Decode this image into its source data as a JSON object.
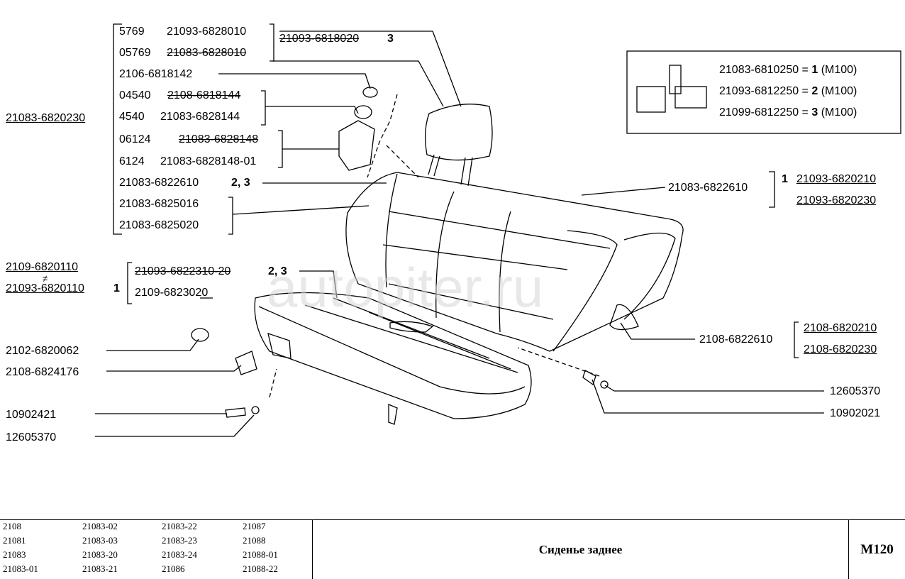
{
  "watermark": "autopiter.ru",
  "labels": {
    "l5769": "5769",
    "p21093_6828010": "21093-6828010",
    "l05769": "05769",
    "p21083_6828010": "21083-6828010",
    "p21093_6818020": "21093-6818020",
    "n3a": "3",
    "p2106_6818142": "2106-6818142",
    "l04540": "04540",
    "p2108_6818144": "2108-6818144",
    "l4540": "4540",
    "p21083_6828144": "21083-6828144",
    "p21083_6820230": "21083-6820230",
    "l06124": "06124",
    "p21083_6828148": "21083-6828148",
    "l6124": "6124",
    "p21083_6828148_01": "21083-6828148-01",
    "p21083_6822610a": "21083-6822610",
    "n23a": "2, 3",
    "p21083_6825016": "21083-6825016",
    "p21083_6825020": "21083-6825020",
    "p21083_6822610b": "21083-6822610",
    "n1a": "1",
    "p21093_6820210": "21093-6820210",
    "p21093_6820230": "21093-6820230",
    "p2109_6820110": "2109-6820110",
    "neq": "≠",
    "p21093_6820110": "21093-6820110",
    "n1b": "1",
    "p21093_6822310_20": "21093-6822310-20",
    "n23b": "2, 3",
    "p2109_6823020": "2109-6823020",
    "p2102_6820062": "2102-6820062",
    "p2108_6824176": "2108-6824176",
    "p10902421": "10902421",
    "p12605370a": "12605370",
    "p2108_6822610": "2108-6822610",
    "p2108_6820210": "2108-6820210",
    "p2108_6820230": "2108-6820230",
    "p12605370b": "12605370",
    "p10902021": "10902021"
  },
  "legend": {
    "row1": {
      "part": "21083-6810250 = ",
      "num": "1",
      "model": " (M100)"
    },
    "row2": {
      "part": "21093-6812250 = ",
      "num": "2",
      "model": " (M100)"
    },
    "row3": {
      "part": "21099-6812250 = ",
      "num": "3",
      "model": " (M100)"
    }
  },
  "models": [
    [
      "2108",
      "21083-02",
      "21083-22",
      "21087"
    ],
    [
      "21081",
      "21083-03",
      "21083-23",
      "21088"
    ],
    [
      "21083",
      "21083-20",
      "21083-24",
      "21088-01"
    ],
    [
      "21083-01",
      "21083-21",
      "21086",
      "21088-22"
    ]
  ],
  "title": "Сиденье заднее",
  "code": "M120"
}
